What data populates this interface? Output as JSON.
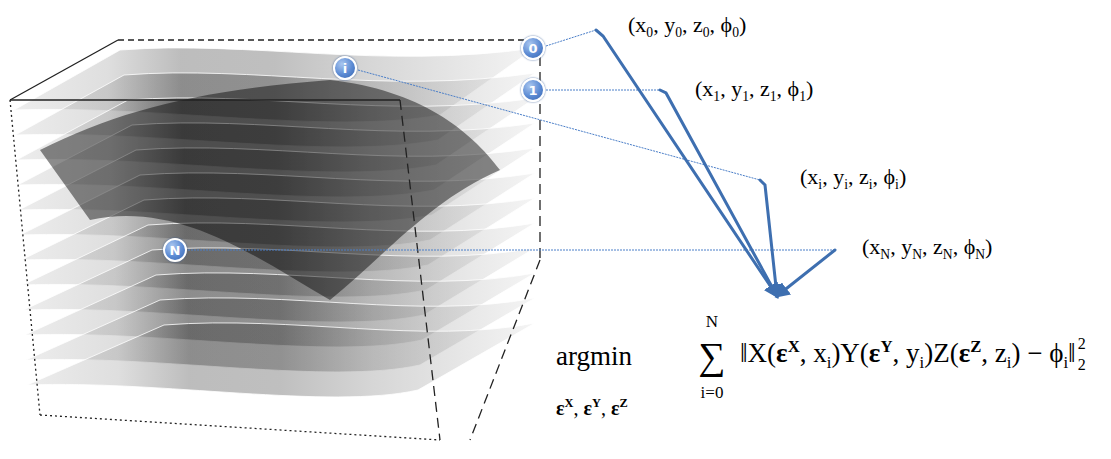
{
  "diagram": {
    "nodes": [
      {
        "text": [
          "0"
        ]
      },
      {
        "text": [
          "i"
        ]
      },
      {
        "text": [
          "1"
        ]
      },
      {
        "text": [
          "N"
        ]
      }
    ],
    "labels": [
      "(x0, y0, z0, ϕ0)",
      "(x1, y1, z1, ϕ1)",
      "(xi, yi, zi, ϕi)",
      "(xN, yN, zN, ϕN)",
      "argmin",
      "εX, εY, εZ",
      "N",
      "∑",
      "i=0",
      "‖X(εX, xi)Y(εY, yi)Z(εZ, zi) − ϕi‖",
      "2",
      "2"
    ]
  }
}
